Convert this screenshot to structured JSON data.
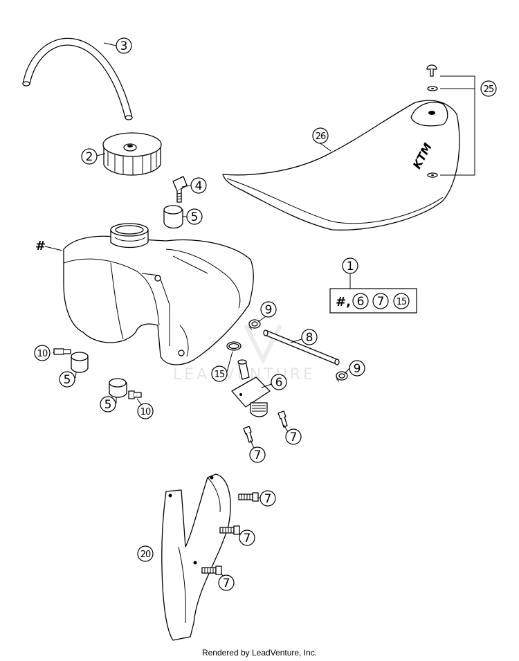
{
  "callouts": {
    "c1": "1",
    "c2": "2",
    "c3": "3",
    "c4": "4",
    "c5a": "5",
    "c5b": "5",
    "c5c": "5",
    "c6": "6",
    "c7a": "7",
    "c7b": "7",
    "c7c": "7",
    "c7d": "7",
    "c7e": "7",
    "c8": "8",
    "c9a": "9",
    "c9b": "9",
    "c10a": "10",
    "c10b": "10",
    "c15": "15",
    "c20": "20",
    "c25": "25",
    "c26": "26"
  },
  "tank_marker": "#",
  "kit_box": {
    "prefix": "#,",
    "items": [
      "6",
      "7",
      "15"
    ]
  },
  "watermark": "LEADVENTURE",
  "footer": "Rendered by LeadVenture, Inc.",
  "brand_on_seat": "KTM"
}
